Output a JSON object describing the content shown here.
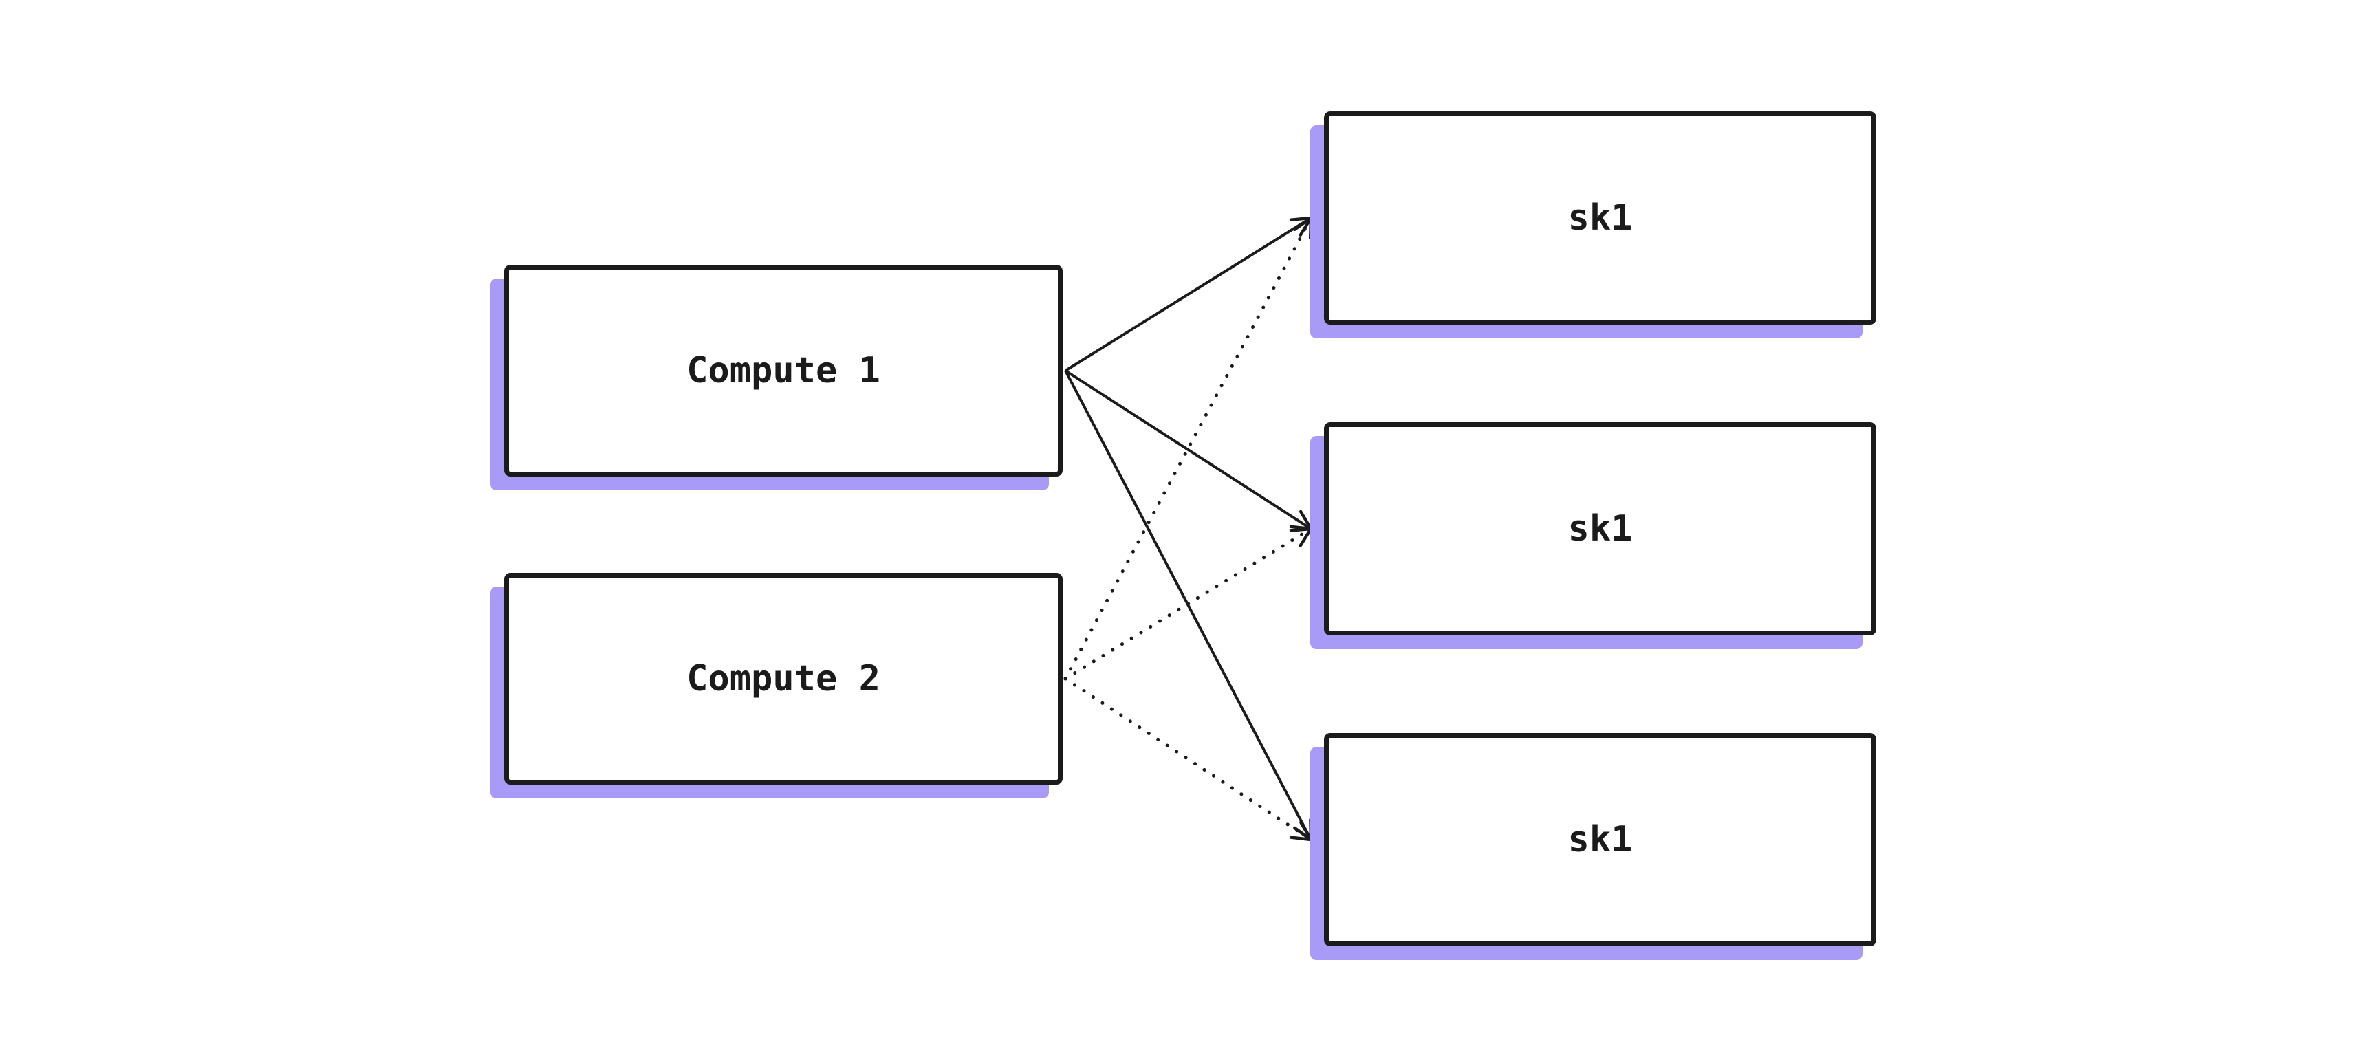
{
  "diagram": {
    "type": "flow",
    "colors": {
      "background": "#ffffff",
      "border": "#1b1b1b",
      "shadow": "#a89af7",
      "node_fill": "#ffffff",
      "text": "#1b1b1b"
    },
    "nodes": [
      {
        "id": "compute-1",
        "label": "Compute 1"
      },
      {
        "id": "compute-2",
        "label": "Compute 2"
      },
      {
        "id": "sk1-a",
        "label": "sk1"
      },
      {
        "id": "sk1-b",
        "label": "sk1"
      },
      {
        "id": "sk1-c",
        "label": "sk1"
      }
    ],
    "edges": [
      {
        "from": "compute-1",
        "to": "sk1-a",
        "style": "solid",
        "arrowhead": "open"
      },
      {
        "from": "compute-1",
        "to": "sk1-b",
        "style": "solid",
        "arrowhead": "open"
      },
      {
        "from": "compute-1",
        "to": "sk1-c",
        "style": "solid",
        "arrowhead": "open"
      },
      {
        "from": "compute-2",
        "to": "sk1-a",
        "style": "dotted",
        "arrowhead": "open"
      },
      {
        "from": "compute-2",
        "to": "sk1-b",
        "style": "dotted",
        "arrowhead": "open"
      },
      {
        "from": "compute-2",
        "to": "sk1-c",
        "style": "dotted",
        "arrowhead": "open"
      }
    ]
  }
}
